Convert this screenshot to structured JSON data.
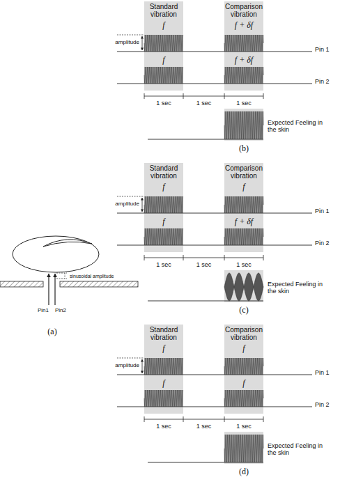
{
  "diagram": {
    "nodes": [
      {
        "text": [
          "Standard vibration",
          "f",
          "f"
        ]
      },
      {
        "text": [
          "Comparison vibration",
          "f + δf",
          "f + δf"
        ]
      },
      {
        "text": [
          "Standard vibration",
          "f",
          "f"
        ]
      },
      {
        "text": [
          "Comparison vibration",
          "f",
          "f + δf"
        ]
      },
      {
        "text": [
          "Standard vibration",
          "f",
          "f"
        ]
      },
      {
        "text": [
          "Comparison vibration",
          "f",
          "f"
        ]
      }
    ],
    "labels": [
      "sinusoidal amplitude",
      "Pin1",
      "Pin2",
      "(a)",
      "amplitude",
      "Pin 1",
      "Pin 2",
      "1 sec",
      "1 sec",
      "1 sec",
      "Expected Feeling in the skin",
      "(b)",
      "amplitude",
      "Pin 1",
      "Pin 2",
      "1 sec",
      "1 sec",
      "1 sec",
      "Expected Feeling in the skin",
      "(c)",
      "amplitude",
      "Pin 1",
      "Pin 2",
      "1 sec",
      "1 sec",
      "1 sec",
      "Expected Feeling in the skin",
      "(d)"
    ]
  }
}
